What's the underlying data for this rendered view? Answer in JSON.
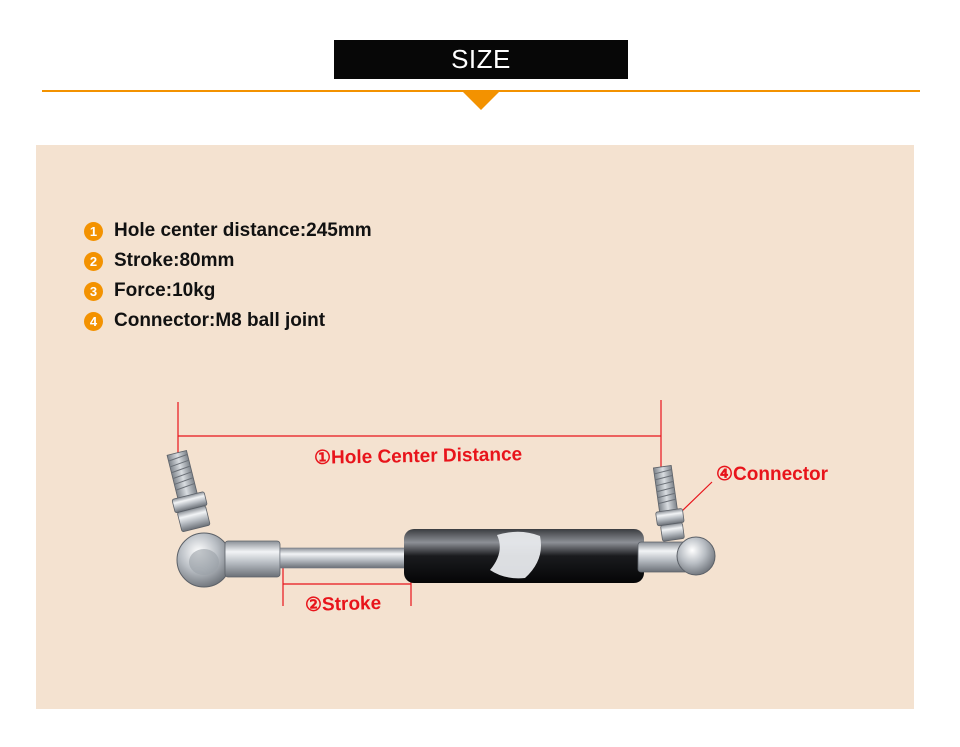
{
  "header": {
    "title": "SIZE"
  },
  "specs": [
    {
      "number": "1",
      "text": "Hole center distance:245mm"
    },
    {
      "number": "2",
      "text": "Stroke:80mm"
    },
    {
      "number": "3",
      "text": "Force:10kg"
    },
    {
      "number": "4",
      "text": "Connector:M8 ball joint"
    }
  ],
  "diagram": {
    "hole_label": "①Hole Center Distance",
    "stroke_label": "②Stroke",
    "connector_label": "④Connector"
  },
  "colors": {
    "accent": "#f39200",
    "panel": "#f4e2d0",
    "annotation": "#e8141b"
  }
}
